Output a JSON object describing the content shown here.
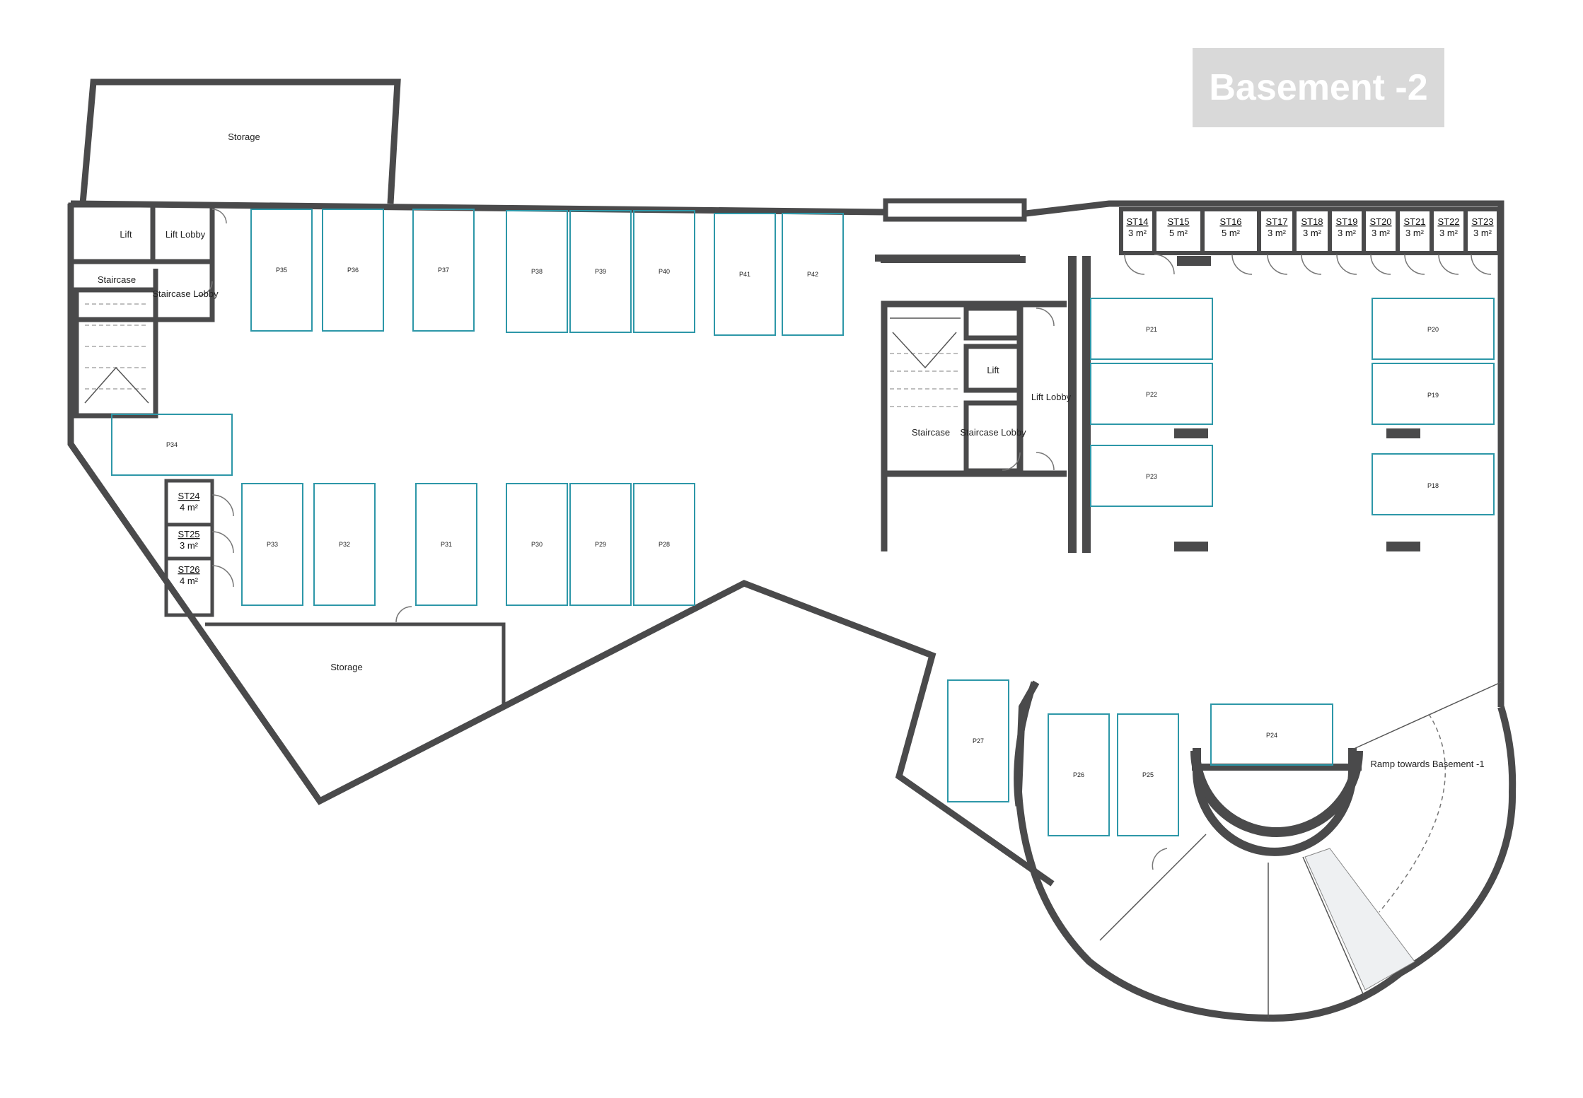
{
  "title": "Basement -2",
  "colors": {
    "wall": "#4a4a4b",
    "bay_outline": "#2d97a8",
    "badge_bg": "#d9d9d9",
    "badge_text": "#ffffff"
  },
  "rooms": {
    "storage_top": "Storage",
    "storage_bottom": "Storage",
    "lift_left": "Lift",
    "lift_lobby_left": "Lift Lobby",
    "staircase_left": "Staircase",
    "staircase_lobby_left": "Staircase Lobby",
    "staircase_center": "Staircase",
    "lift_center": "Lift",
    "lift_lobby_center": "Lift Lobby",
    "staircase_lobby_center": "Staircase Lobby",
    "ramp": "Ramp towards Basement -1"
  },
  "parking": [
    "P18",
    "P19",
    "P20",
    "P21",
    "P22",
    "P23",
    "P24",
    "P25",
    "P26",
    "P27",
    "P28",
    "P29",
    "P30",
    "P31",
    "P32",
    "P33",
    "P34",
    "P35",
    "P36",
    "P37",
    "P38",
    "P39",
    "P40",
    "P41",
    "P42"
  ],
  "storage_units": [
    {
      "id": "ST14",
      "area": "3 m²"
    },
    {
      "id": "ST15",
      "area": "5 m²"
    },
    {
      "id": "ST16",
      "area": "5 m²"
    },
    {
      "id": "ST17",
      "area": "3 m²"
    },
    {
      "id": "ST18",
      "area": "3 m²"
    },
    {
      "id": "ST19",
      "area": "3 m²"
    },
    {
      "id": "ST20",
      "area": "3 m²"
    },
    {
      "id": "ST21",
      "area": "3 m²"
    },
    {
      "id": "ST22",
      "area": "3 m²"
    },
    {
      "id": "ST23",
      "area": "3 m²"
    },
    {
      "id": "ST24",
      "area": "4 m²"
    },
    {
      "id": "ST25",
      "area": "3 m²"
    },
    {
      "id": "ST26",
      "area": "4 m²"
    }
  ]
}
